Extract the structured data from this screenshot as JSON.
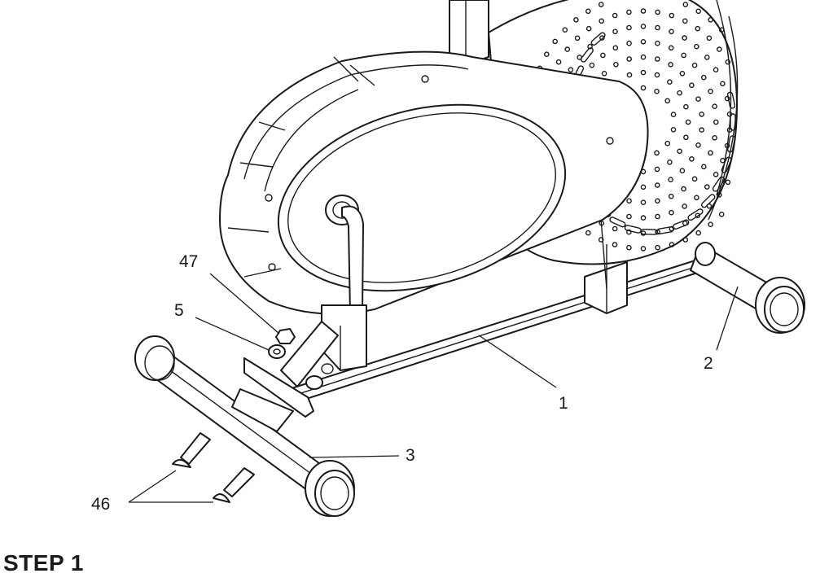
{
  "step_title": "STEP 1",
  "callouts": {
    "frame": "1",
    "rear_stabilizer": "2",
    "front_stabilizer": "3",
    "bolts": "46",
    "nut": "47",
    "washer": "5"
  }
}
